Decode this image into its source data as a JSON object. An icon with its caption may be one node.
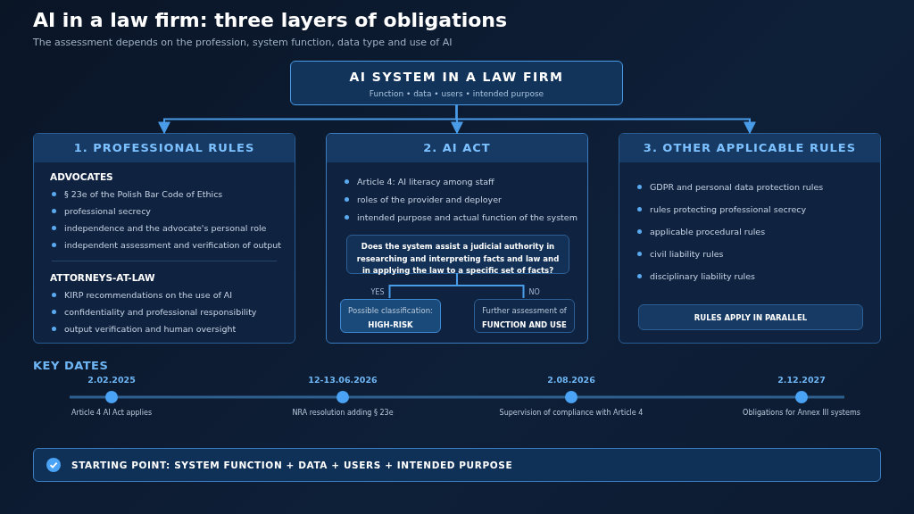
{
  "diagram": {
    "title": "AI in a law firm: three layers of obligations",
    "nodes": [
      {
        "text": [
          "AI SYSTEM IN A LAW FIRM",
          "Function • data • users • intended purpose"
        ]
      },
      {
        "text": [
          "1. PROFESSIONAL RULES",
          "ADVOCATES",
          "§ 23e of the Polish Bar Code of Ethics",
          "professional secrecy",
          "independence and the advocate's personal role",
          "independent assessment and verification of output",
          "ATTORNEYS-AT-LAW",
          "KIRP recommendations on the use of AI",
          "confidentiality and professional responsibility",
          "output verification and human oversight"
        ]
      },
      {
        "text": [
          "2. AI ACT",
          "Article 4: AI literacy among staff",
          "roles of the provider and deployer",
          "intended purpose and actual function of the system"
        ]
      },
      {
        "text": [
          "Does the system assist a judicial authority in researching and interpreting facts and law and in applying the law to a specific set of facts?"
        ],
        "in": 2
      },
      {
        "text": [
          "Possible classification:",
          "HIGH-RISK"
        ],
        "in": 2
      },
      {
        "text": [
          "Further assessment of",
          "FUNCTION AND USE"
        ],
        "in": 2
      },
      {
        "text": [
          "3. OTHER APPLICABLE RULES",
          "GDPR and personal data protection rules",
          "rules protecting professional secrecy",
          "applicable procedural rules",
          "civil liability rules",
          "disciplinary liability rules"
        ]
      },
      {
        "text": [
          "RULES APPLY IN PARALLEL"
        ],
        "in": 6
      },
      {
        "text": [
          "STARTING POINT: SYSTEM FUNCTION + DATA + USERS + INTENDED PURPOSE"
        ]
      }
    ],
    "edges": [
      {
        "from": 0,
        "to": 1,
        "arrow": "to"
      },
      {
        "from": 0,
        "to": 2,
        "arrow": "to"
      },
      {
        "from": 0,
        "to": 6,
        "arrow": "to"
      },
      {
        "from": 3,
        "to": 4,
        "label": "YES",
        "arrow": "none"
      },
      {
        "from": 3,
        "to": 5,
        "label": "NO",
        "arrow": "none"
      }
    ],
    "labels": [
      "The assessment depends on the profession, system function, data type and use of AI",
      "KEY DATES",
      "2.02.2025",
      "Article 4 AI Act applies",
      "12-13.06.2026",
      "NRA resolution adding § 23e",
      "2.08.2026",
      "Supervision of compliance with Article 4",
      "2.12.2027",
      "Obligations for Annex III systems"
    ]
  }
}
